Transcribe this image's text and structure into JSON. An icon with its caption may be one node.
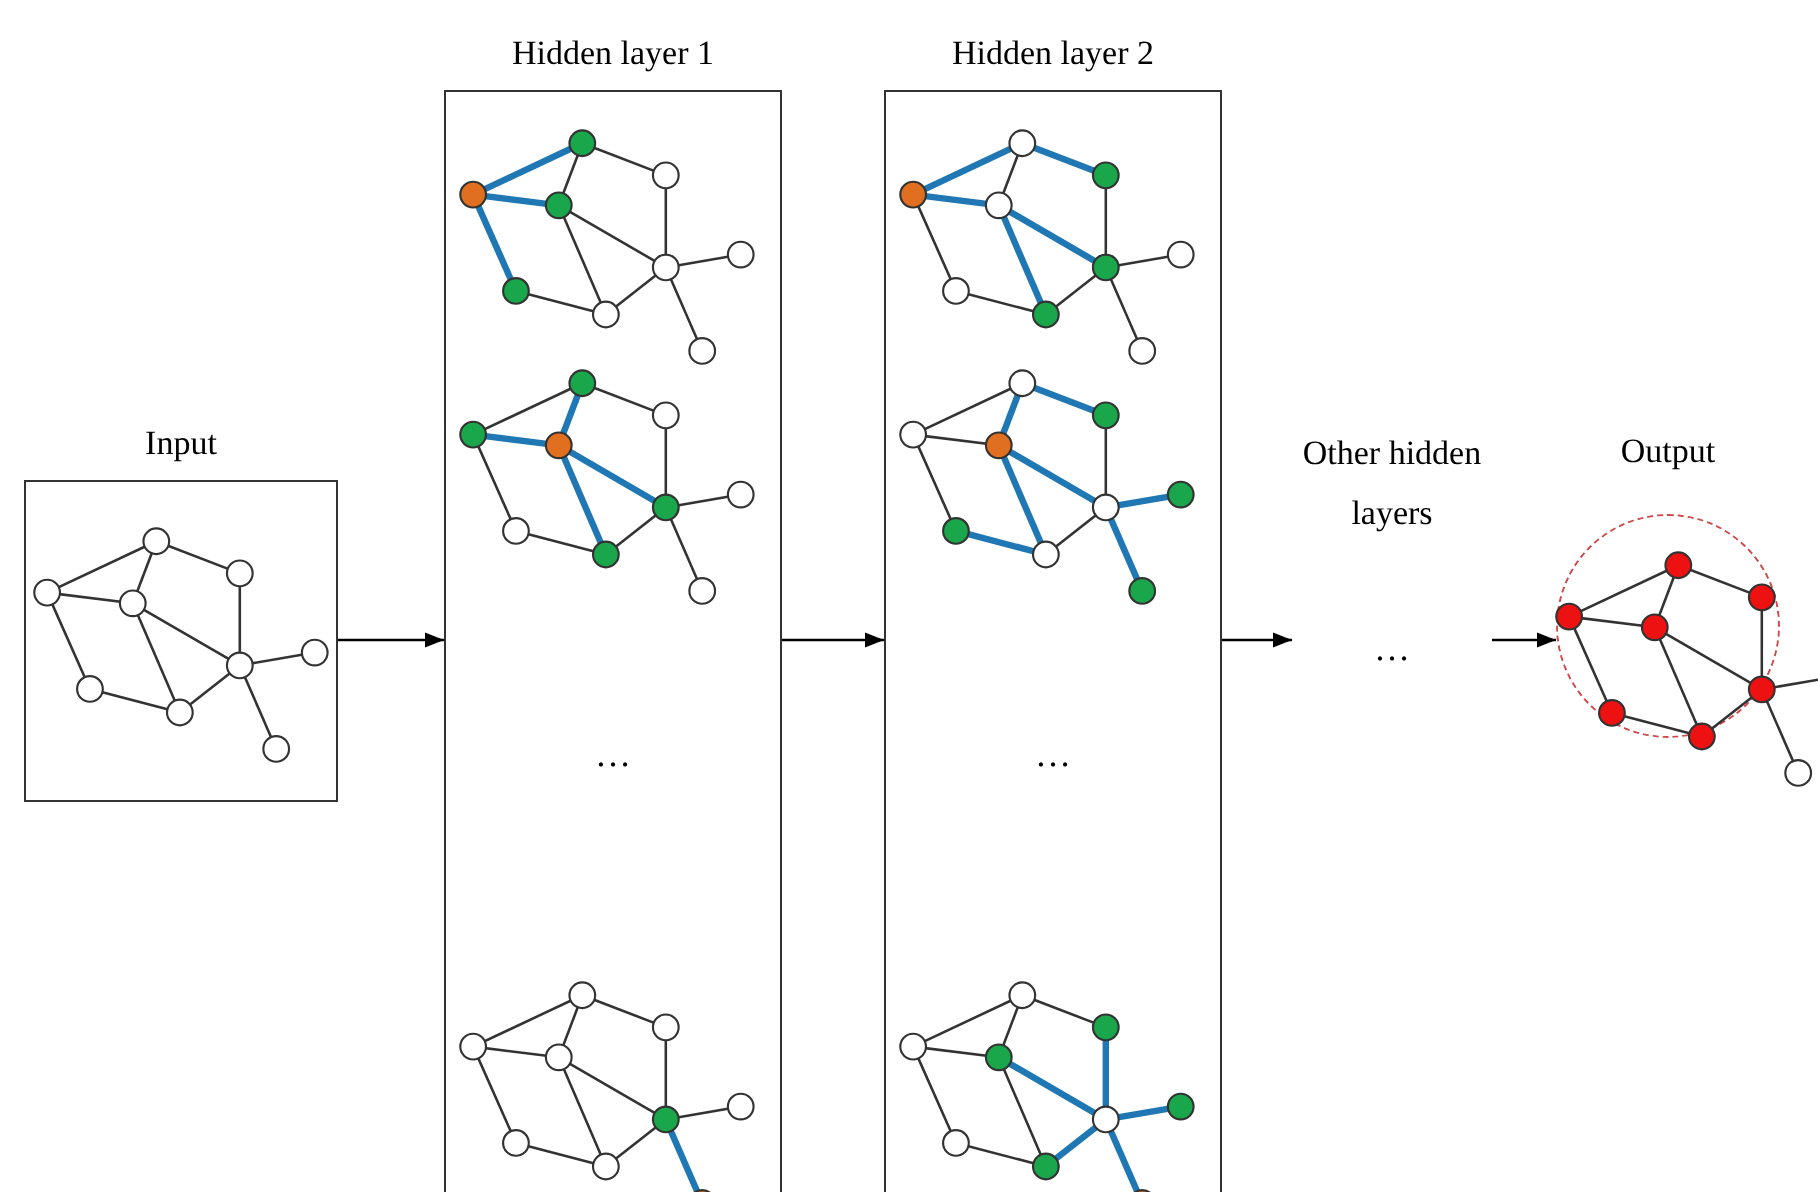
{
  "diagram": {
    "nodes": [
      {
        "text": [
          "Input"
        ]
      },
      {
        "text": [
          "Hidden layer 1"
        ]
      },
      {
        "text": [
          "Hidden layer 2"
        ]
      },
      {
        "text": [
          "Other hidden layers",
          "…"
        ]
      },
      {
        "text": [
          "Output"
        ]
      }
    ],
    "edges": [
      {
        "from": 0,
        "to": 1,
        "arrow": "to"
      },
      {
        "from": 1,
        "to": 2,
        "arrow": "to"
      },
      {
        "from": 2,
        "to": 3,
        "arrow": "to"
      },
      {
        "from": 3,
        "to": 4,
        "arrow": "to"
      }
    ],
    "labels": [
      "…",
      "…"
    ]
  }
}
